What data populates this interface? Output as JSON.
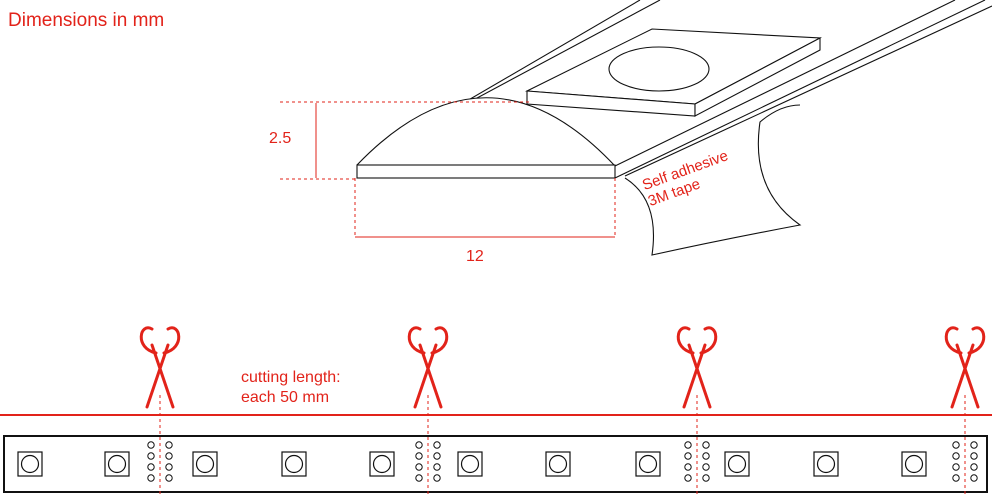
{
  "title": "Dimensions in mm",
  "dimensions": {
    "height": "2.5",
    "width": "12"
  },
  "tape_label": {
    "line1": "Self adhesive",
    "line2": "3M tape"
  },
  "cutting": {
    "line1": "cutting length:",
    "line2": "each 50 mm"
  },
  "colors": {
    "accent": "#e2231a",
    "line": "#111111",
    "background": "#ffffff"
  },
  "icons": {
    "cut_marker": "scissors-icon",
    "led": "led-chip-icon",
    "pads": "solder-pad-icon"
  },
  "strip": {
    "cut_segments": 4,
    "leds_per_segment": 3
  }
}
